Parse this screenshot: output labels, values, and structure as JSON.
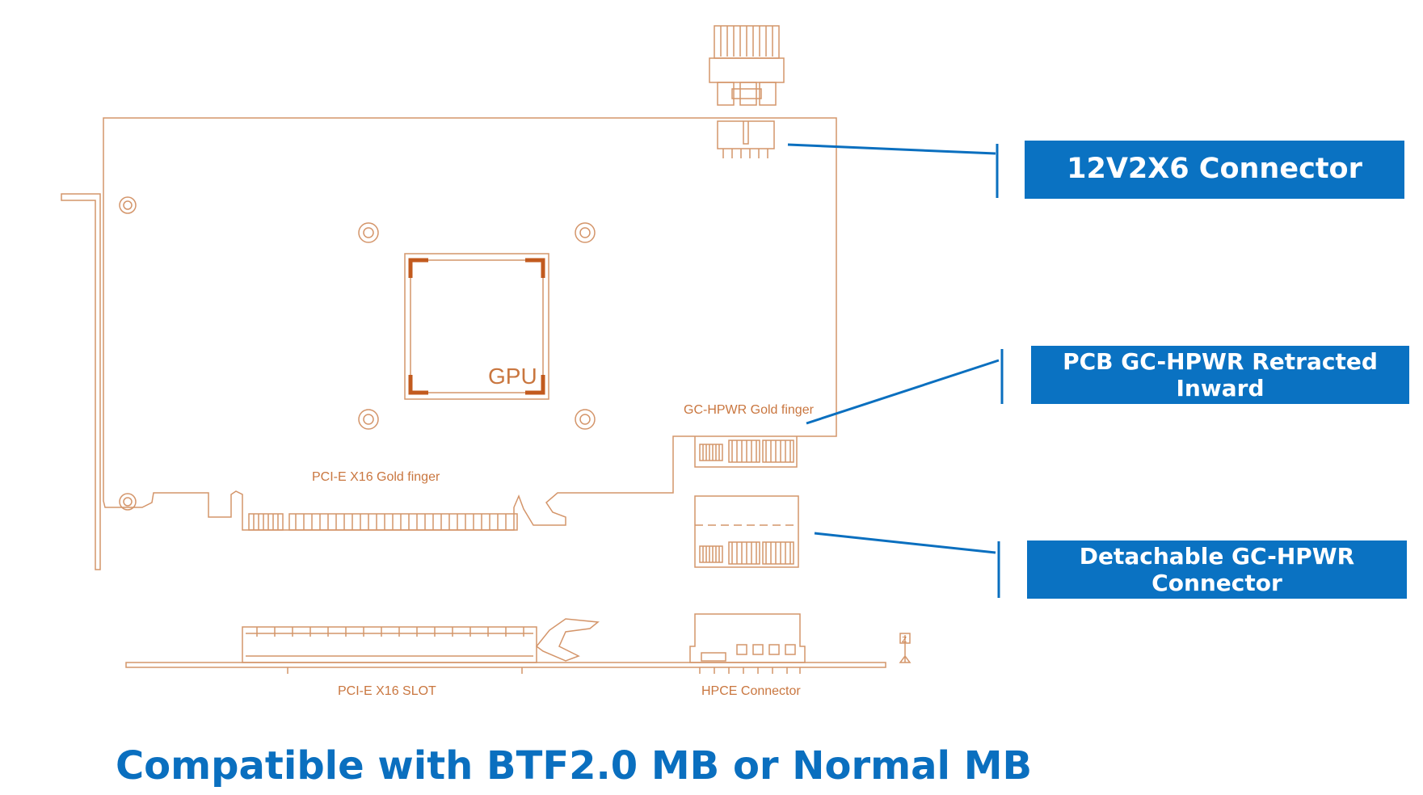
{
  "labels": {
    "gpu": "GPU",
    "gc_hpwr_gold_finger": "GC-HPWR Gold finger",
    "pcie_gold_finger": "PCI-E X16 Gold finger",
    "pcie_slot": "PCI-E X16 SLOT",
    "hpce_connector": "HPCE Connector",
    "z_marker": "Z"
  },
  "callouts": [
    {
      "text": "12V2X6 Connector"
    },
    {
      "text": "PCB GC-HPWR Retracted Inward"
    },
    {
      "text": "Detachable GC-HPWR Connector"
    }
  ],
  "footer": {
    "title": "Compatible with BTF2.0 MB or Normal MB"
  },
  "colors": {
    "line_art": "#c9763f",
    "accent_blue": "#0a72c2",
    "title_blue": "#0a6fbf"
  }
}
